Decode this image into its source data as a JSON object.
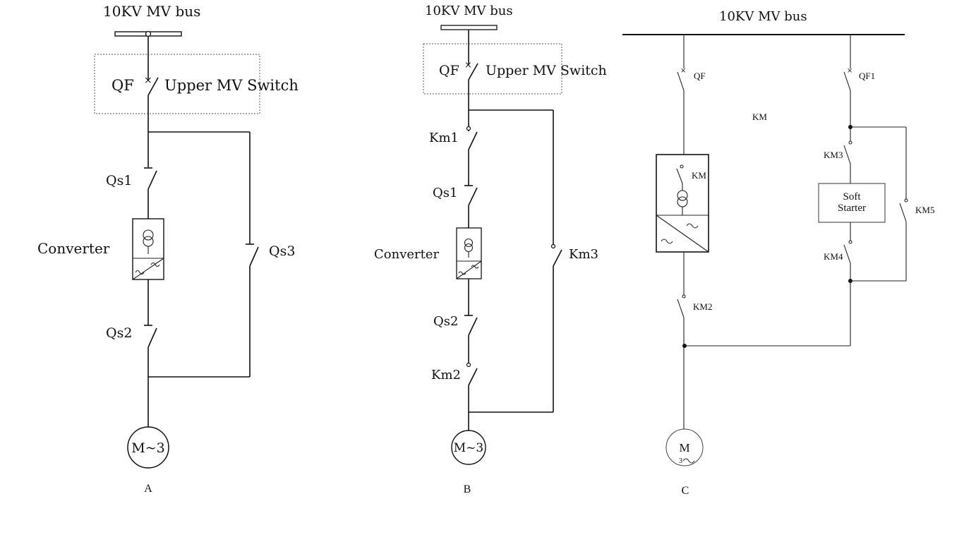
{
  "diagrams": {
    "a": {
      "caption": "A",
      "bus_label": "10KV MV bus",
      "breaker_label": "QF",
      "switch_box_label": "Upper MV Switch",
      "qs1_label": "Qs1",
      "qs2_label": "Qs2",
      "qs3_label": "Qs3",
      "converter_label": "Converter",
      "motor_label": "M~3"
    },
    "b": {
      "caption": "B",
      "bus_label": "10KV MV bus",
      "breaker_label": "QF",
      "switch_box_label": "Upper MV Switch",
      "km1_label": "Km1",
      "qs1_label": "Qs1",
      "converter_label": "Converter",
      "qs2_label": "Qs2",
      "km2_label": "Km2",
      "km3_label": "Km3",
      "motor_label": "M~3"
    },
    "c": {
      "caption": "C",
      "bus_label": "10KV MV bus",
      "qf_label": "QF",
      "qf1_label": "QF1",
      "km_label": "KM",
      "km_inner_label": "KM",
      "km2_label": "KM2",
      "km3_label": "KM3",
      "km4_label": "KM4",
      "km5_label": "KM5",
      "soft_starter_line1": "Soft",
      "soft_starter_line2": "Starter",
      "motor_label": "M",
      "motor_phase_label": "3"
    }
  }
}
